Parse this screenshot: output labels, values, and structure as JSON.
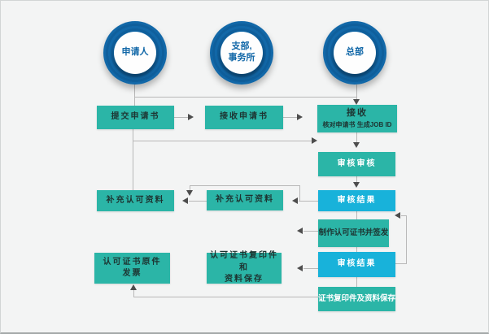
{
  "lanes": {
    "applicant": "申请人",
    "branch_line1": "支部,",
    "branch_line2": "事务所",
    "headquarters": "总部"
  },
  "nodes": {
    "submit_application": "提交申请书",
    "receive_application": "接收申请书",
    "receive_check_title": "接收",
    "receive_check_sub": "核对申请书  生成JOB ID",
    "review": "审核审核",
    "review_result_top": "审核结果",
    "supplement_applicant": "补充认可资料",
    "supplement_branch": "补充认可资料",
    "make_issue_certificate": "制作认可证书并签发",
    "review_result_bottom": "审核结果",
    "original_certificate_line1": "认可证书原件",
    "original_certificate_line2": "发票",
    "copy_certificate_line1": "认可证书复印件和",
    "copy_certificate_line2": "资料保存",
    "copy_and_store": "证书复印件及资料保存"
  },
  "colors": {
    "node_teal": "#2bb5a7",
    "node_cyan": "#18b2da",
    "ring_blue": "#1268a8",
    "connector_gray": "#b8b8b8",
    "arrowhead_dark": "#4d4d4d",
    "canvas_background": "#f3f4f4",
    "dark_text": "#1d3431",
    "light_text": "#ffffff"
  }
}
